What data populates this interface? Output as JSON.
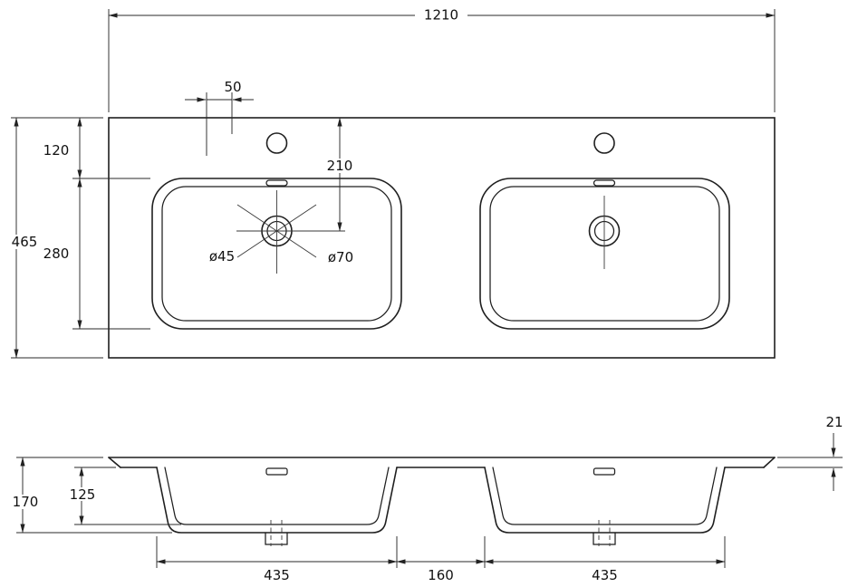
{
  "colors": {
    "line": "#1f1f1f",
    "background": "#ffffff"
  },
  "top_view": {
    "overall_width": "1210",
    "overall_depth": "465",
    "faucet_hole_offset": "50",
    "top_edge_to_basin": "120",
    "top_edge_to_drain": "210",
    "basin_length": "280",
    "drain_inner_diameter": "ø45",
    "drain_outer_diameter": "ø70"
  },
  "front_view": {
    "rim_thickness": "21",
    "overall_height": "170",
    "basin_inner_depth": "125",
    "left_bowl_width": "435",
    "center_spacing": "160",
    "right_bowl_width": "435"
  }
}
